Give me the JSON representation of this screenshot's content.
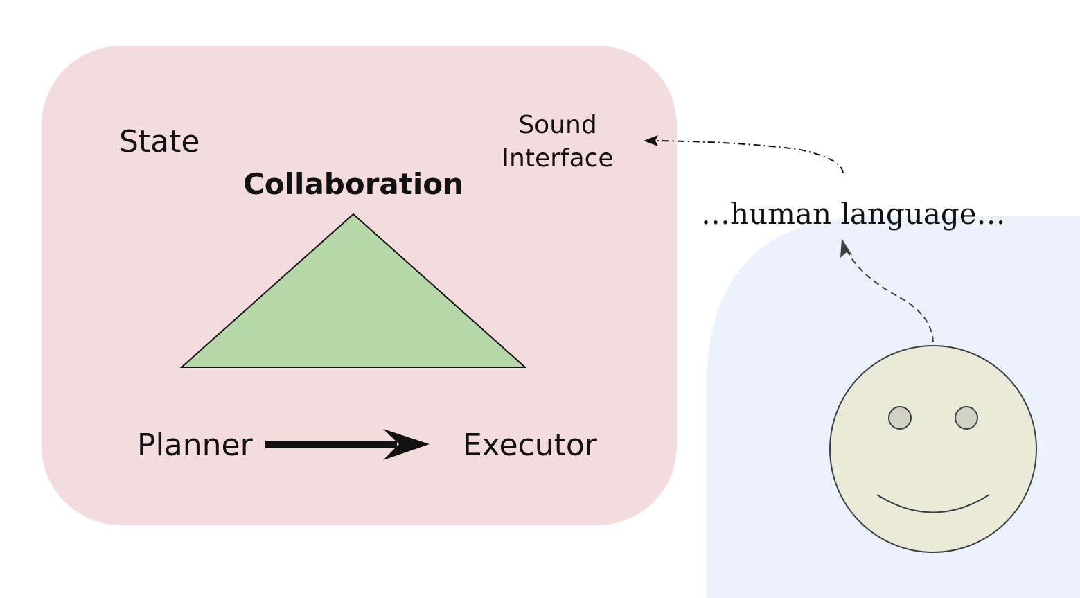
{
  "diagram": {
    "state_label": "State",
    "collaboration_label": "Collaboration",
    "sound_interface_line1": "Sound",
    "sound_interface_line2": "Interface",
    "planner_label": "Planner",
    "executor_label": "Executor",
    "human_language_label": "…human language…"
  },
  "colors": {
    "state_box": "#f4dcde",
    "human_region": "#ebf2fb",
    "triangle_fill": "#b6d7a8",
    "face_fill": "#eaead9",
    "eye_fill": "#d2d2c4",
    "stroke_dark": "#3c4043"
  },
  "icons": {
    "face": "smiley-face-icon",
    "arrow": "arrow-right-icon"
  }
}
